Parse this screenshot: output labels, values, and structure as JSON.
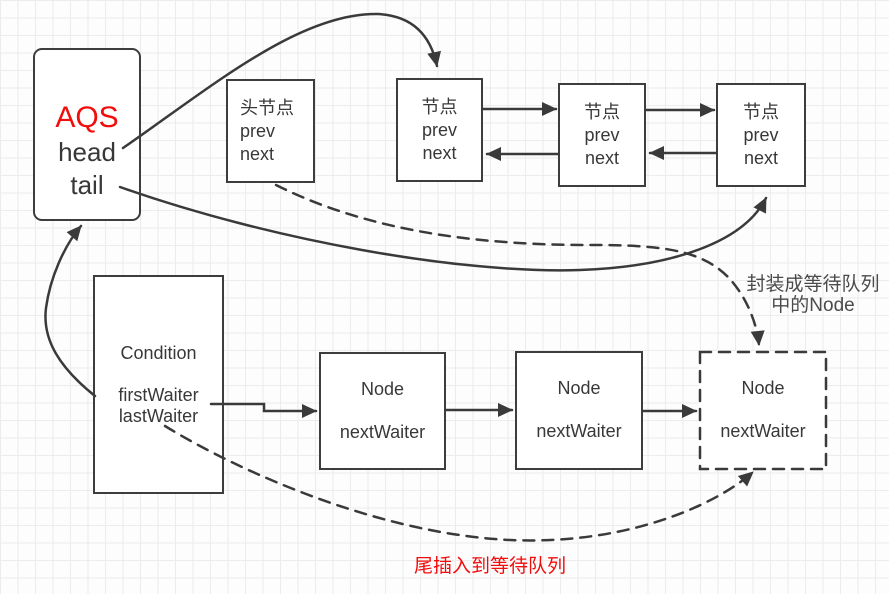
{
  "colors": {
    "accent_red": "#f20d0d",
    "line": "#3a3a3a",
    "text": "#383838",
    "annotation": "#4a4a4a",
    "grid": "#ececec"
  },
  "aqs_box": {
    "title": "AQS",
    "line1": "head",
    "line2": "tail"
  },
  "head_node_box": {
    "line1": "头节点",
    "line2": "prev",
    "line3": "next"
  },
  "sync_nodes": [
    {
      "line1": "节点",
      "line2": "prev",
      "line3": "next"
    },
    {
      "line1": "节点",
      "line2": "prev",
      "line3": "next"
    },
    {
      "line1": "节点",
      "line2": "prev",
      "line3": "next"
    }
  ],
  "condition_box": {
    "title": "Condition",
    "line1": "firstWaiter",
    "line2": "lastWaiter"
  },
  "waiter_nodes": [
    {
      "title": "Node",
      "field": "nextWaiter"
    },
    {
      "title": "Node",
      "field": "nextWaiter"
    },
    {
      "title": "Node",
      "field": "nextWaiter"
    }
  ],
  "labels": {
    "wrap_line1": "封装成等待队列",
    "wrap_line2": "中的Node",
    "tail_insert": "尾插入到等待队列"
  }
}
